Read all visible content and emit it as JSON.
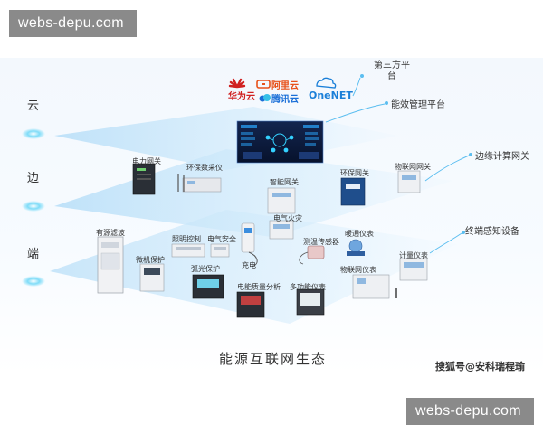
{
  "watermark": {
    "top": "webs-depu.com",
    "bottom": "webs-depu.com"
  },
  "layers": {
    "cloud": "云",
    "edge": "边",
    "end": "端"
  },
  "cloud_brands": {
    "huawei": "华为云",
    "aliyun": "阿里云",
    "tencent": "腾讯云",
    "onenet": "OneNET"
  },
  "right_labels": {
    "third_party": "第三方平台",
    "energy_platform": "能效管理平台",
    "edge_gateway": "边缘计算网关",
    "terminal": "终端感知设备"
  },
  "edge_devices": {
    "power_gateway": "电力网关",
    "env_collector": "环保数采仪",
    "smart_gateway": "智能网关",
    "env_gateway": "环保网关",
    "iot_gateway": "物联网网关"
  },
  "end_devices": {
    "active_filter": "有源滤波",
    "lighting": "照明控制",
    "electrical_safety": "电气安全",
    "fire": "电气火灾",
    "micro_protection": "微机保护",
    "charging": "充电",
    "temp_sensor": "测温传感器",
    "hvac_meter": "暖通仪表",
    "arc_protection": "弧光保护",
    "iot_meter": "物联网仪表",
    "metering": "计量仪表",
    "power_quality": "电能质量分析",
    "multi_meter": "多功能仪表"
  },
  "caption": "能源互联网生态",
  "source": "搜狐号@安科瑞程瑜",
  "colors": {
    "accent": "#1fa0e8",
    "plane": "#cfe8fb",
    "node": "#3fc3f0",
    "screen": "#0b1a3a"
  }
}
